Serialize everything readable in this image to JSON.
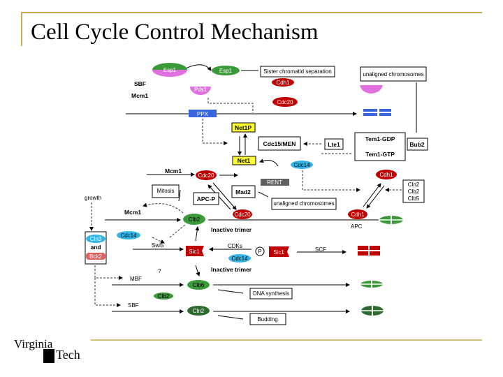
{
  "slide": {
    "title": "Cell Cycle Control Mechanism",
    "logo_text": [
      "Virginia",
      "Tech"
    ]
  },
  "colors": {
    "frame": "#c8a850",
    "red": "#c00000",
    "green": "#3a9a3a",
    "dark_green": "#2e6b2e",
    "pink": "#e070e0",
    "blue": "#3a66dd",
    "cyan": "#33b5e5",
    "yellow": "#ffff33",
    "gray": "#606060"
  },
  "diagram": {
    "esp1_pds1": "Esp1",
    "pds1_lower": "Pds1",
    "esp1": "Esp1",
    "sister_sep": "Sister chromatid separation",
    "cdh1_top": "Cdh1",
    "cdc20_top": "Cdc20",
    "sbf_top": "SBF",
    "mcm1_top": "Mcm1",
    "pds1": "Pds1",
    "ppx": "PPX",
    "unaligned_top": "unaligned chromosomes",
    "net1p": "Net1P",
    "net1": "Net1",
    "cdc15": "Cdc15/MEN",
    "lte1": "Lte1",
    "tem1_gdp": "Tem1-GDP",
    "tem1_gtp": "Tem1-GTP",
    "bub2": "Bub2",
    "cdc14_a": "Cdc14",
    "mcm1_mid": "Mcm1",
    "cdc20_mid": "Cdc20",
    "rent": "RENT",
    "cdh1_right": "Cdh1",
    "cln2_box": [
      "Cln2",
      "Clb2",
      "Clb5"
    ],
    "mitosis": "Mitosis",
    "apc_p": "APC-P",
    "mad2": "Mad2",
    "unaligned_mid": "unaligned chromosomes",
    "growth": "growth",
    "mcm1_low": "Mcm1",
    "clb2": "Clb2",
    "cdc20_star": "Cdc20",
    "cdh1_star": "Cdh1",
    "apc": "APC",
    "inactive_trimer_1": "Inactive trimer",
    "cdc14_b": "Cdc14",
    "cln3": "Cln3",
    "and": "and",
    "bck2": "Bck2",
    "swi5": "Swi5",
    "sic1": "Sic1",
    "cdks": "CDKs",
    "cdc14_c": "Cdc14",
    "p": "P",
    "sic1_p": "Sic1",
    "scf": "SCF",
    "inactive_trimer_2": "Inactive trimer",
    "question": "?",
    "mbf": "MBF",
    "clb6": "Clb6",
    "dna_synthesis": "DNA synthesis",
    "clb2_small": "Clb2",
    "sbf_low": "SBF",
    "cln2": "Cln2",
    "budding": "Budding"
  }
}
